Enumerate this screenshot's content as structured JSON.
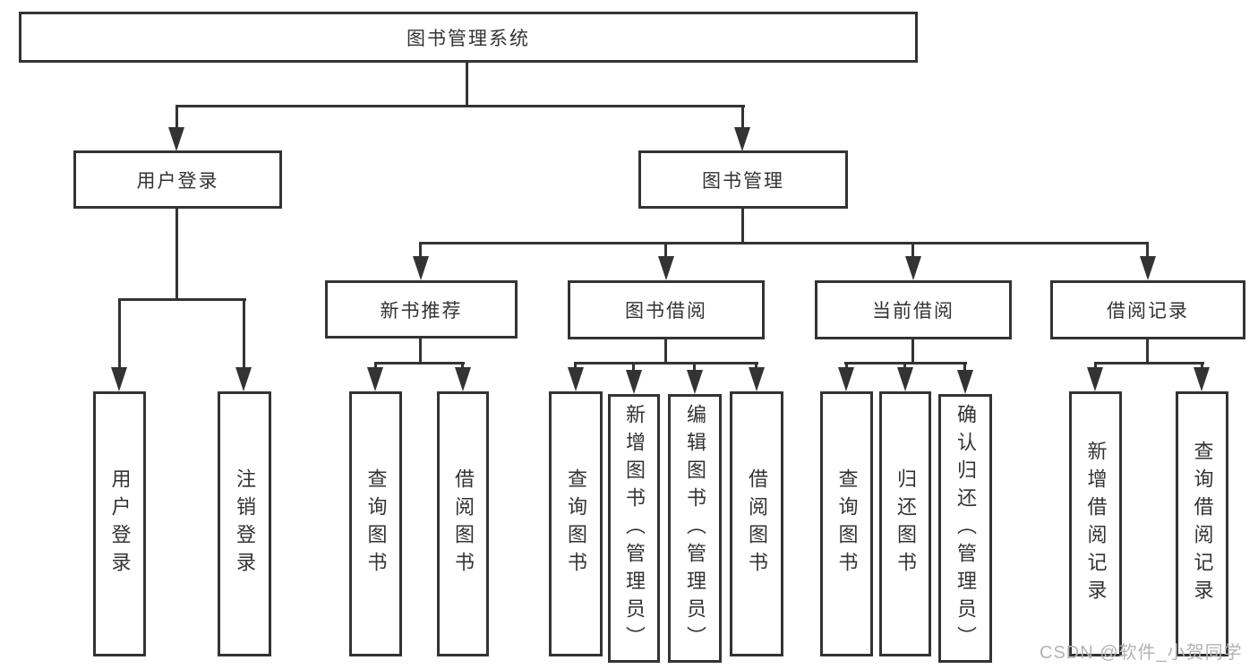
{
  "diagram": {
    "type": "tree",
    "title": "图书管理系统",
    "colors": {
      "line": "#333333",
      "text": "#333333",
      "box_bg": "#ffffff",
      "watermark": "#b3b3b3"
    },
    "nodes": {
      "root": "图书管理系统",
      "user_login": "用户登录",
      "book_mgmt": "图书管理",
      "new_book_rec": "新书推荐",
      "book_borrow": "图书借阅",
      "current_borrow": "当前借阅",
      "borrow_record": "借阅记录",
      "ul_login": "用户登录",
      "ul_logout": "注销登录",
      "nbr_query": "查询图书",
      "nbr_borrow": "借阅图书",
      "bb_query": "查询图书",
      "bb_add": "新增图书（管理员）",
      "bb_edit": "编辑图书（管理员）",
      "bb_borrow": "借阅图书",
      "cb_query": "查询图书",
      "cb_return": "归还图书",
      "cb_confirm": "确认归还（管理员）",
      "br_add": "新增借阅记录",
      "br_query": "查询借阅记录"
    },
    "hierarchy": {
      "图书管理系统": [
        "用户登录",
        "图书管理"
      ],
      "用户登录": [
        "用户登录",
        "注销登录"
      ],
      "图书管理": [
        "新书推荐",
        "图书借阅",
        "当前借阅",
        "借阅记录"
      ],
      "新书推荐": [
        "查询图书",
        "借阅图书"
      ],
      "图书借阅": [
        "查询图书",
        "新增图书（管理员）",
        "编辑图书（管理员）",
        "借阅图书"
      ],
      "当前借阅": [
        "查询图书",
        "归还图书",
        "确认归还（管理员）"
      ],
      "借阅记录": [
        "新增借阅记录",
        "查询借阅记录"
      ]
    }
  },
  "watermark": "CSDN @软件_小贺同学"
}
